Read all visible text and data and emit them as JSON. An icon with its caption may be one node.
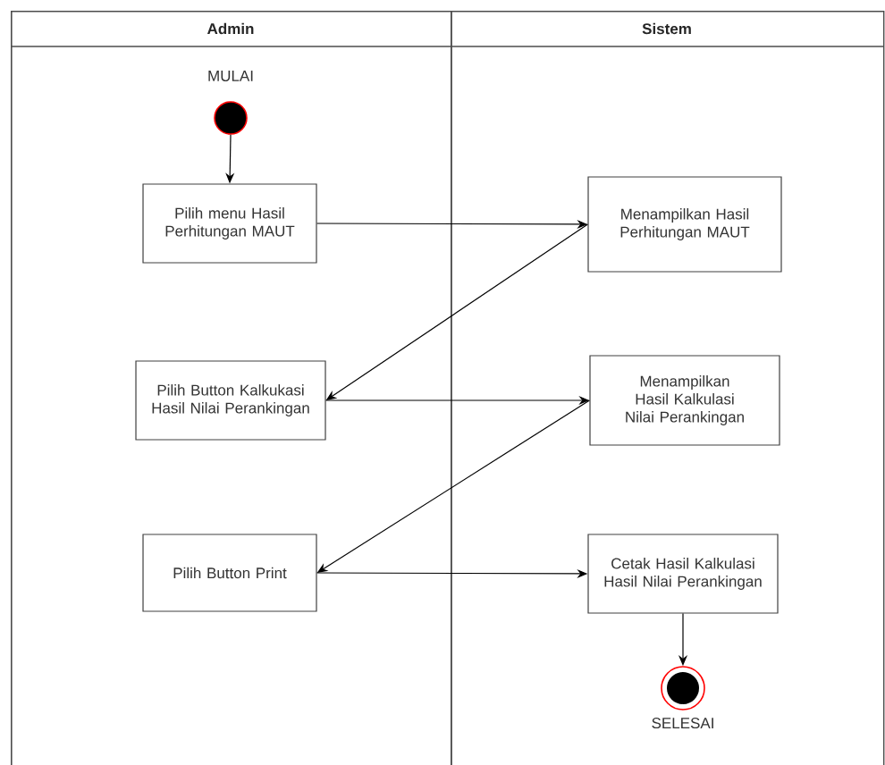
{
  "diagram": {
    "nodes": [
      {
        "text": [
          "Admin"
        ]
      },
      {
        "text": [
          "Sistem"
        ]
      },
      {
        "text": [],
        "shape": "circle",
        "beside": [
          "MULAI"
        ],
        "in": 0
      },
      {
        "text": [
          "Pilih menu Hasil Perhitungan MAUT"
        ],
        "in": 0
      },
      {
        "text": [
          "Menampilkan Hasil Perhitungan MAUT"
        ],
        "in": 1
      },
      {
        "text": [
          "Pilih Button Kalkukasi Hasil Nilai Perankingan"
        ],
        "in": 0
      },
      {
        "text": [
          "Menampilkan Hasil Kalkulasi Nilai Perankingan"
        ],
        "in": 1
      },
      {
        "text": [
          "Pilih Button Print"
        ],
        "in": 0
      },
      {
        "text": [
          "Cetak Hasil Kalkulasi Hasil Nilai Perankingan"
        ],
        "in": 1
      },
      {
        "text": [],
        "shape": "circle",
        "beside": [
          "SELESAI"
        ],
        "in": 1
      }
    ],
    "edges": [
      {
        "from": 2,
        "to": 3,
        "arrow": "to"
      },
      {
        "from": 3,
        "to": 4,
        "arrow": "to"
      },
      {
        "from": 4,
        "to": 5,
        "arrow": "to"
      },
      {
        "from": 5,
        "to": 6,
        "arrow": "to"
      },
      {
        "from": 6,
        "to": 7,
        "arrow": "to"
      },
      {
        "from": 7,
        "to": 8,
        "arrow": "to"
      },
      {
        "from": 8,
        "to": 9,
        "arrow": "to"
      }
    ]
  }
}
